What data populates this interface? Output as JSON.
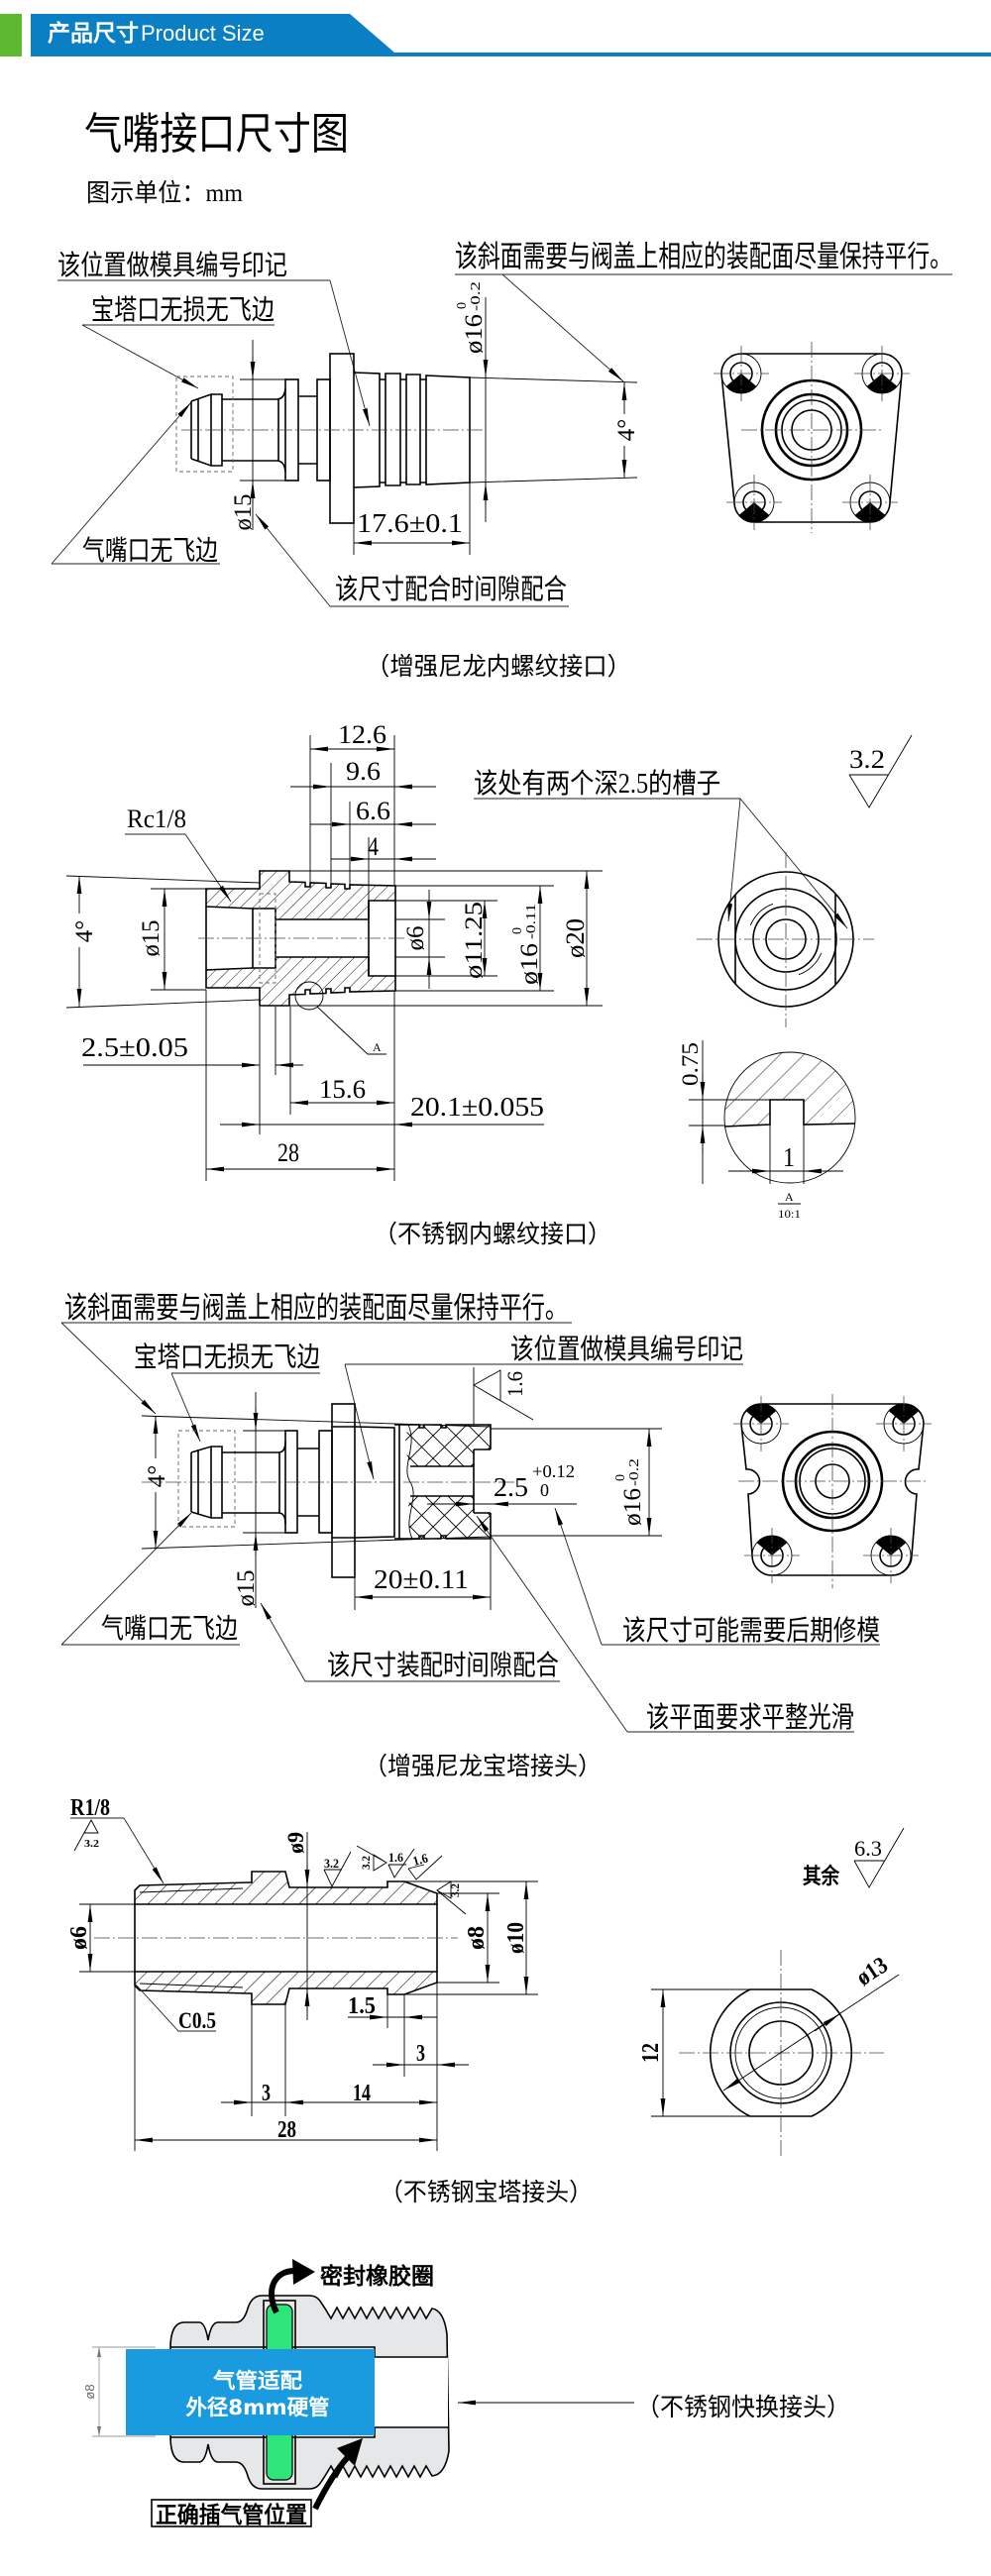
{
  "colors": {
    "accent_green": "#5cb82e",
    "brand_blue": "#0b7fc4",
    "tube_blue": "#1a9be0",
    "seal_green": "#2ee57a",
    "body_gray": "#e5e7e9"
  },
  "header": {
    "title_cn": "产品尺寸",
    "title_en": "Product Size"
  },
  "page": {
    "title": "气嘴接口尺寸图",
    "unit_label": "图示单位：mm"
  },
  "nylon_thread": {
    "caption": "（增强尼龙内螺纹接口）",
    "notes": {
      "mold_mark": "该位置做模具编号印记",
      "barb_no_damage": "宝塔口无损无飞边",
      "bevel_parallel": "该斜面需要与阀盖上相应的装配面尽量保持平行。",
      "nozzle_no_flash": "气嘴口无飞边",
      "clearance_fit": "该尺寸配合时间隙配合"
    },
    "dims": {
      "dia16": {
        "nominal": "ø16",
        "upper": "0",
        "lower": "-0.2"
      },
      "taper_angle": "4°",
      "dia15": "ø15",
      "length": "17.6±0.1"
    }
  },
  "steel_thread": {
    "caption": "（不锈钢内螺纹接口）",
    "notes": {
      "grooves": "该处有两个深2.5的槽子"
    },
    "thread": "Rc1/8",
    "roughness": "3.2",
    "dims": {
      "d12_6": "12.6",
      "d9_6": "9.6",
      "d6_6": "6.6",
      "d4": "4",
      "taper_angle": "4°",
      "dia15": "ø15",
      "dia6": "ø6",
      "dia11_25": "ø11.25",
      "dia16": {
        "nominal": "ø16",
        "upper": "0",
        "lower": "-0.11"
      },
      "dia20": "ø20",
      "d2_5": "2.5±0.05",
      "d15_6": "15.6",
      "d20_1": "20.1±0.055",
      "d28": "28"
    },
    "detail": {
      "ref": "A",
      "label": "A",
      "scale": "10:1",
      "depth": "0.75",
      "width": "1"
    }
  },
  "nylon_barb": {
    "caption": "（增强尼龙宝塔接头）",
    "notes": {
      "bevel_parallel": "该斜面需要与阀盖上相应的装配面尽量保持平行。",
      "barb_no_damage": "宝塔口无损无飞边",
      "mold_mark": "该位置做模具编号印记",
      "nozzle_no_flash": "气嘴口无飞边",
      "clearance_fit": "该尺寸装配时间隙配合",
      "may_need_mold_fix": "该尺寸可能需要后期修模",
      "flat_smooth": "该平面要求平整光滑"
    },
    "roughness": "1.6",
    "dims": {
      "taper_angle": "4°",
      "dia15": "ø15",
      "length": "20±0.11",
      "depth": {
        "nominal": "2.5",
        "upper": "+0.12",
        "lower": "0"
      },
      "dia16": {
        "nominal": "ø16",
        "upper": "0",
        "lower": "-0.2"
      }
    }
  },
  "steel_barb": {
    "caption": "（不锈钢宝塔接头）",
    "thread": "R1/8",
    "chamfer": "C0.5",
    "roughness": {
      "thread": "3.2",
      "body": "3.2",
      "step_face": "3.2",
      "step_top": "1.6",
      "cone": "1.6",
      "end_face": "3.2",
      "rest_label": "其余",
      "rest_value": "6.3"
    },
    "dims": {
      "dia9": "ø9",
      "dia6": "ø6",
      "dia8": "ø8",
      "dia10": "ø10",
      "d1_5": "1.5",
      "d3_cone": "3",
      "d3_collar": "3",
      "d14": "14",
      "d28": "28",
      "dia13": "ø13",
      "flat12": "12"
    }
  },
  "quick_connector": {
    "caption": "（不锈钢快换接头）",
    "seal_label": "密封橡胶圈",
    "tube_line1": "气管适配",
    "tube_line2": "外径8mm硬管",
    "dia8": "ø8",
    "insert_label": "正确插气管位置"
  }
}
